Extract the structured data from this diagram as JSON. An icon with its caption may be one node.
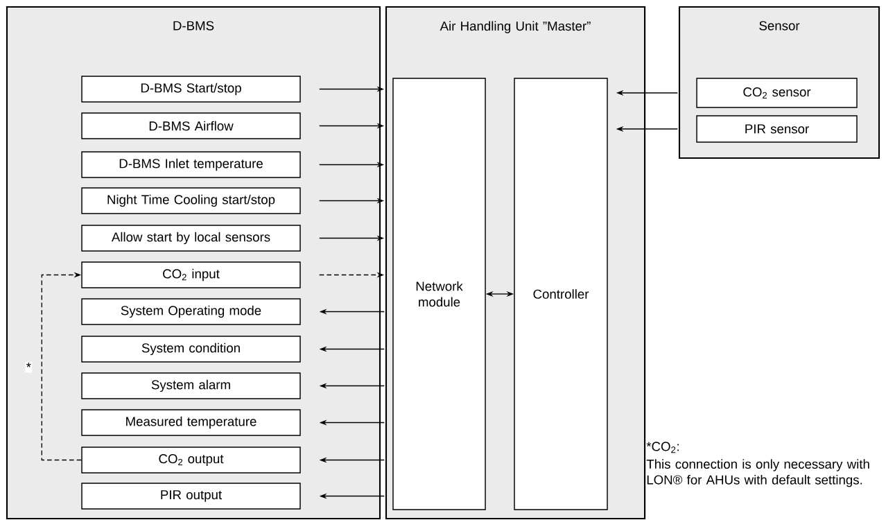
{
  "diagram": {
    "nodes": [
      {
        "text": [
          "D-BMS"
        ]
      },
      {
        "text": [
          "D-BMS Start/stop"
        ],
        "in": 0
      },
      {
        "text": [
          "D-BMS Airflow"
        ],
        "in": 0
      },
      {
        "text": [
          "D-BMS Inlet temperature"
        ],
        "in": 0
      },
      {
        "text": [
          "Night Time Cooling start/stop"
        ],
        "in": 0
      },
      {
        "text": [
          "Allow start by local sensors"
        ],
        "in": 0
      },
      {
        "text": [
          "CO$_{2}$ input"
        ],
        "in": 0
      },
      {
        "text": [
          "System Operating mode"
        ],
        "in": 0
      },
      {
        "text": [
          "System condition"
        ],
        "in": 0
      },
      {
        "text": [
          "System alarm"
        ],
        "in": 0
      },
      {
        "text": [
          "Measured temperature"
        ],
        "in": 0
      },
      {
        "text": [
          "CO$_{2}$ output"
        ],
        "in": 0
      },
      {
        "text": [
          "PIR output"
        ],
        "in": 0
      },
      {
        "text": [
          "Air Handling Unit ”Master”"
        ]
      },
      {
        "text": [
          "Network module"
        ],
        "in": 13
      },
      {
        "text": [
          "Controller"
        ],
        "in": 13
      },
      {
        "text": [
          "Sensor"
        ]
      },
      {
        "text": [
          "CO$_{2}$ sensor"
        ],
        "in": 16
      },
      {
        "text": [
          "PIR sensor"
        ],
        "in": 16
      }
    ],
    "edges": [
      {
        "from": 1,
        "to": 14,
        "arrow": "to"
      },
      {
        "from": 2,
        "to": 14,
        "arrow": "to"
      },
      {
        "from": 3,
        "to": 14,
        "arrow": "to"
      },
      {
        "from": 4,
        "to": 14,
        "arrow": "to"
      },
      {
        "from": 5,
        "to": 14,
        "arrow": "to"
      },
      {
        "from": 6,
        "to": 14,
        "arrow": "to",
        "style": "dashed"
      },
      {
        "from": 14,
        "to": 7,
        "arrow": "to"
      },
      {
        "from": 14,
        "to": 8,
        "arrow": "to"
      },
      {
        "from": 14,
        "to": 9,
        "arrow": "to"
      },
      {
        "from": 14,
        "to": 10,
        "arrow": "to"
      },
      {
        "from": 14,
        "to": 11,
        "arrow": "to"
      },
      {
        "from": 14,
        "to": 12,
        "arrow": "to"
      },
      {
        "from": 14,
        "to": 15,
        "arrow": "both"
      },
      {
        "from": 17,
        "to": 15,
        "arrow": "to"
      },
      {
        "from": 18,
        "to": 15,
        "arrow": "to"
      },
      {
        "from": 11,
        "to": 6,
        "arrow": "to",
        "style": "dashed",
        "label": "*"
      }
    ],
    "labels": [
      "*CO$_{2}$:",
      "This connection is only necessary with LON® for AHUs with default settings."
    ]
  }
}
